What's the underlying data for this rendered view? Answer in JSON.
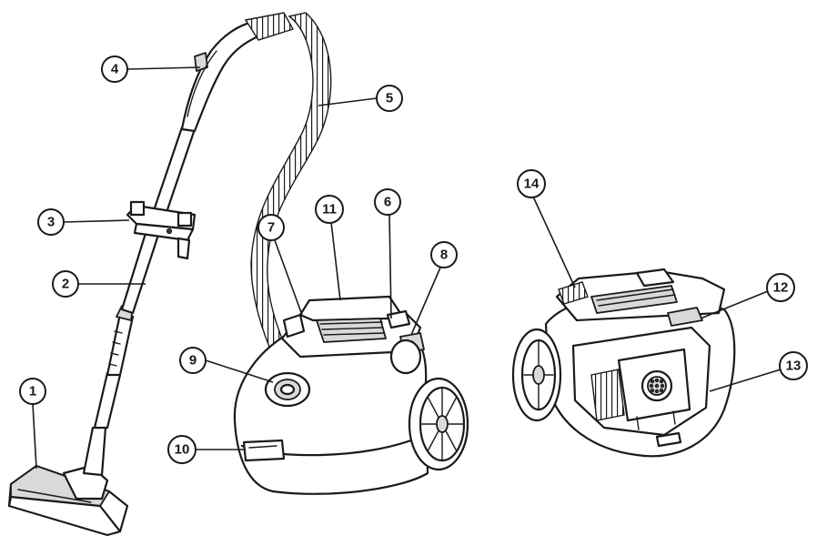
{
  "callouts": [
    {
      "label": "1"
    },
    {
      "label": "2"
    },
    {
      "label": "3"
    },
    {
      "label": "4"
    },
    {
      "label": "5"
    },
    {
      "label": "6"
    },
    {
      "label": "7"
    },
    {
      "label": "8"
    },
    {
      "label": "9"
    },
    {
      "label": "10"
    },
    {
      "label": "11"
    },
    {
      "label": "12"
    },
    {
      "label": "13"
    },
    {
      "label": "14"
    }
  ],
  "colors": {
    "ink": "#1a1a1a",
    "shade": "#d9d9d9",
    "background": "#ffffff"
  }
}
